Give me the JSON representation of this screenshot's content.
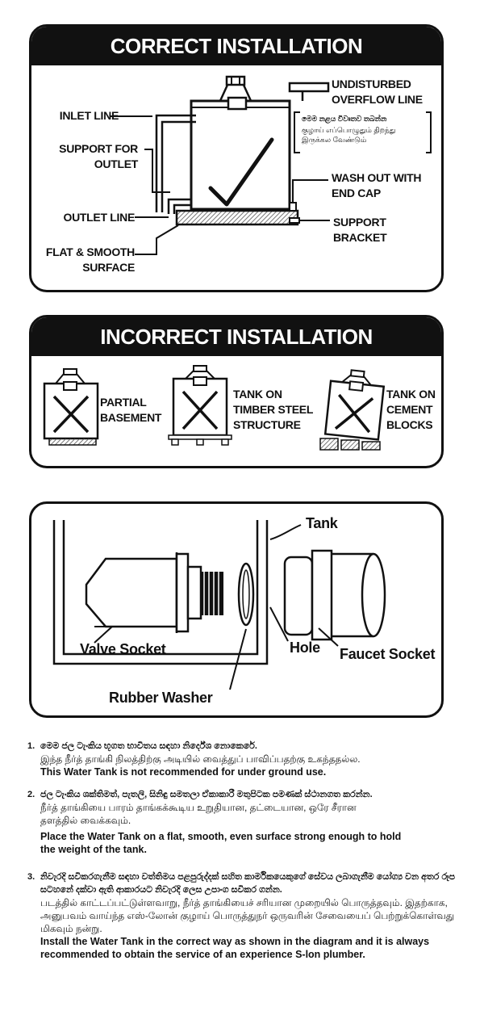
{
  "correct": {
    "title": "CORRECT INSTALLATION",
    "labels": {
      "inlet_line": "INLET LINE",
      "support_for_outlet": "SUPPORT FOR OUTLET",
      "outlet_line": "OUTLET LINE",
      "flat_smooth_surface": "FLAT & SMOOTH SURFACE",
      "undisturbed_overflow_line": "UNDISTURBED OVERFLOW LINE",
      "overflow_note_sinhala": "මෙම නළය විවෘතව තබන්න",
      "overflow_note_tamil": "குழாய் எப்பொழுதும் திறந்து இருக்கல வேண்டும்",
      "wash_out_with_end_cap": "WASH OUT WITH END CAP",
      "support_bracket": "SUPPORT BRACKET"
    }
  },
  "incorrect": {
    "title": "INCORRECT INSTALLATION",
    "items": [
      {
        "label": "PARTIAL BASEMENT"
      },
      {
        "label": "TANK ON TIMBER STEEL STRUCTURE"
      },
      {
        "label": "TANK ON CEMENT BLOCKS"
      }
    ]
  },
  "fitting": {
    "labels": {
      "tank": "Tank",
      "valve_socket": "Valve Socket",
      "hole": "Hole",
      "faucet_socket": "Faucet Socket",
      "rubber_washer": "Rubber Washer"
    }
  },
  "notes": [
    {
      "number": "1.",
      "sinhala": "මෙම ජල ටැංකිය භූගත භාවිතය සඳහා නිර්දේශ නොකෙරේ.",
      "tamil": "இந்த நீர்த் தாங்கி நிலத்திற்கு அடியில் வைத்துப் பாவிப்பதற்கு உகந்ததல்ல.",
      "english": "This Water Tank is not recommended for under ground use."
    },
    {
      "number": "2.",
      "sinhala": "ජල ටැංකිය ශක්තිමත්, පැතලි, සිනිඳු සමතලා ඒකාකාරී මතුපිටක පමණක් ස්ථානගත කරන්න.",
      "tamil": "நீர்த் தாங்கியை பாரம் தாங்கக்கூடிய உறுதியான, தட்டையான, ஒரே சீரான தளத்தில் வைக்கவும்.",
      "english": "Place the Water Tank on a flat, smooth, even surface strong enough to hold the weight of the tank."
    },
    {
      "number": "3.",
      "sinhala": "නිවැරදි සවිකරගැනීම සඳහා වත්තිමය පළපුරුද්දක් සහිත කාර්මිකයෙකුගේ සේවය ලබාගැනීම යෝග්‍ය වන අතර රූප සටහනේ දක්වා ඇති ආකාරයට නිවැරදි ලෙස උපාංග සවිකර ගන්න.",
      "tamil": "படத்தில் காட்டப்பட்டுள்ளவாறு, நீர்த் தாங்கியைச் சரியான முறையில் பொருத்தவும். இதற்காக, அனுபவம் வாய்ந்த எஸ்-லோன் குழாய் பொருத்துநர் ஒருவரின் சேவையைப் பெற்றுக்கொள்வது மிகவும் நன்று.",
      "english": "Install the Water Tank in the correct way as shown in the diagram and it is always recommended to obtain the service of an experience S-lon plumber."
    }
  ]
}
